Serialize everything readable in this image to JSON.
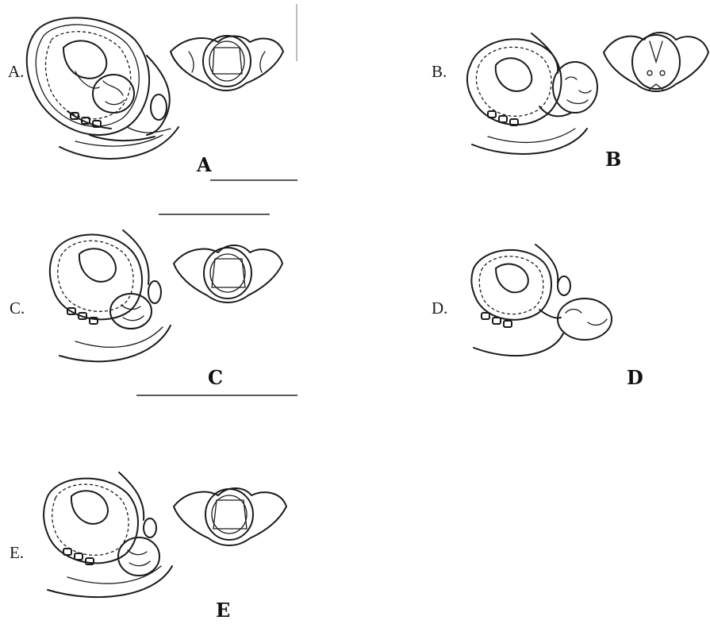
{
  "panels": [
    {
      "id": "a",
      "side_label": "A.",
      "caption": "A"
    },
    {
      "id": "b",
      "side_label": "B.",
      "caption": "B"
    },
    {
      "id": "c",
      "side_label": "C.",
      "caption": "C"
    },
    {
      "id": "d",
      "side_label": "D.",
      "caption": "D"
    },
    {
      "id": "e",
      "side_label": "E.",
      "caption": "E"
    }
  ]
}
